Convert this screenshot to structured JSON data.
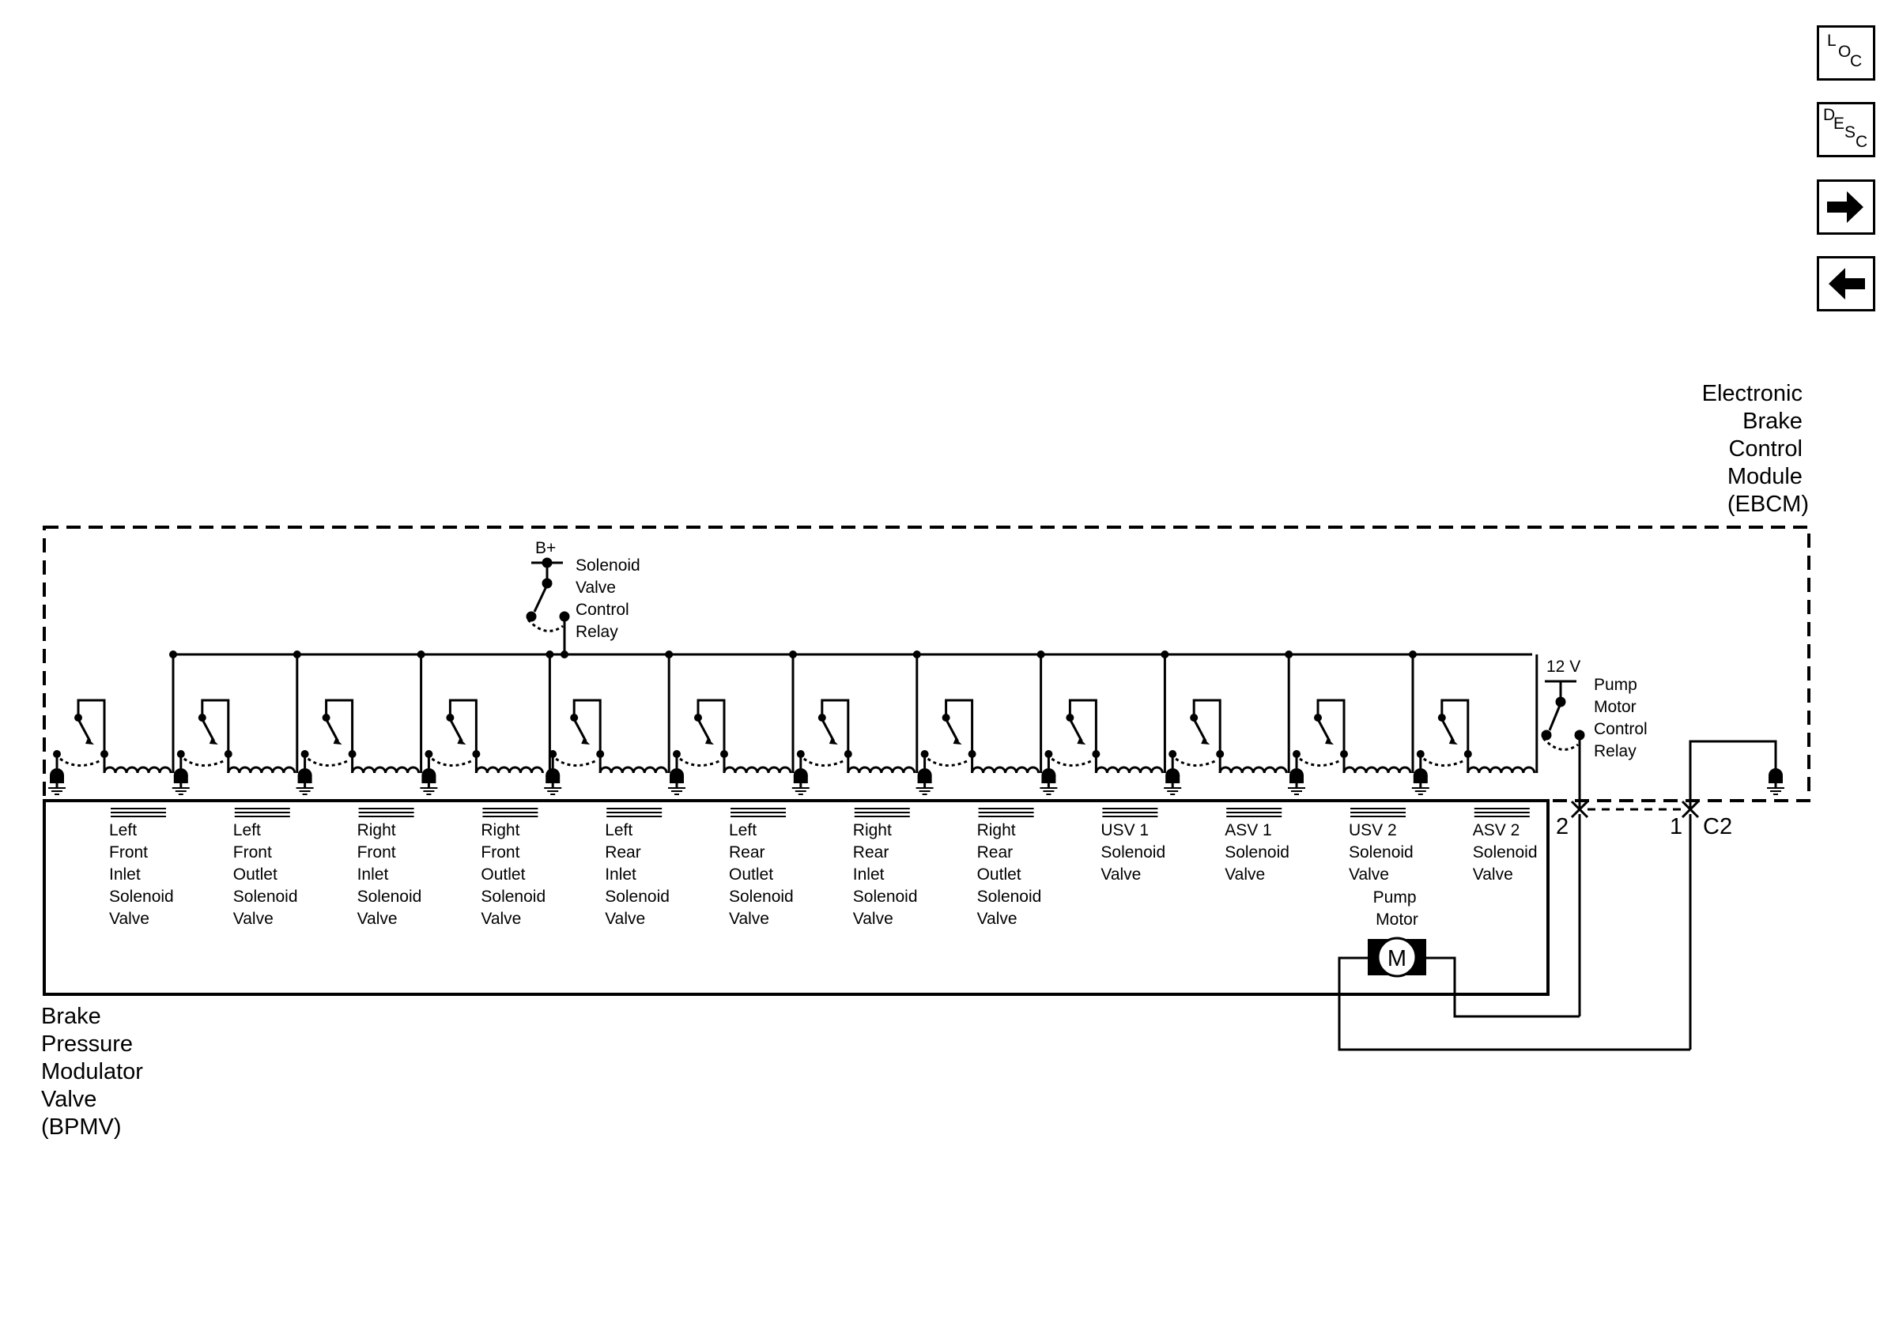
{
  "nav": {
    "loc": {
      "l1": "L",
      "l2": "O",
      "l3": "C"
    },
    "desc": {
      "l1": "D",
      "l2": "E",
      "l3": "S",
      "l4": "C"
    },
    "next_icon": "arrow-right-icon",
    "prev_icon": "arrow-left-icon"
  },
  "ebcm": {
    "lines": [
      "Electronic",
      "Brake",
      "Control",
      "Module",
      "(EBCM)"
    ]
  },
  "bpmv": {
    "lines": [
      "Brake",
      "Pressure",
      "Modulator",
      "Valve",
      "(BPMV)"
    ]
  },
  "relay": {
    "supply": "B+",
    "lines": [
      "Solenoid",
      "Valve",
      "Control",
      "Relay"
    ]
  },
  "pump_relay": {
    "supply": "12 V",
    "lines": [
      "Pump",
      "Motor",
      "Control",
      "Relay"
    ]
  },
  "valves": [
    {
      "lines": [
        "Left",
        "Front",
        "Inlet",
        "Solenoid",
        "Valve"
      ]
    },
    {
      "lines": [
        "Left",
        "Front",
        "Outlet",
        "Solenoid",
        "Valve"
      ]
    },
    {
      "lines": [
        "Right",
        "Front",
        "Inlet",
        "Solenoid",
        "Valve"
      ]
    },
    {
      "lines": [
        "Right",
        "Front",
        "Outlet",
        "Solenoid",
        "Valve"
      ]
    },
    {
      "lines": [
        "Left",
        "Rear",
        "Inlet",
        "Solenoid",
        "Valve"
      ]
    },
    {
      "lines": [
        "Left",
        "Rear",
        "Outlet",
        "Solenoid",
        "Valve"
      ]
    },
    {
      "lines": [
        "Right",
        "Rear",
        "Inlet",
        "Solenoid",
        "Valve"
      ]
    },
    {
      "lines": [
        "Right",
        "Rear",
        "Outlet",
        "Solenoid",
        "Valve"
      ]
    },
    {
      "lines": [
        "USV 1",
        "Solenoid",
        "Valve"
      ]
    },
    {
      "lines": [
        "ASV 1",
        "Solenoid",
        "Valve"
      ]
    },
    {
      "lines": [
        "USV 2",
        "Solenoid",
        "Valve"
      ]
    },
    {
      "lines": [
        "ASV 2",
        "Solenoid",
        "Valve"
      ]
    }
  ],
  "pump_motor": {
    "lines": [
      "Pump",
      "Motor"
    ],
    "symbol": "M"
  },
  "connector": {
    "pin_a": "2",
    "pin_b": "1",
    "name": "C2"
  }
}
